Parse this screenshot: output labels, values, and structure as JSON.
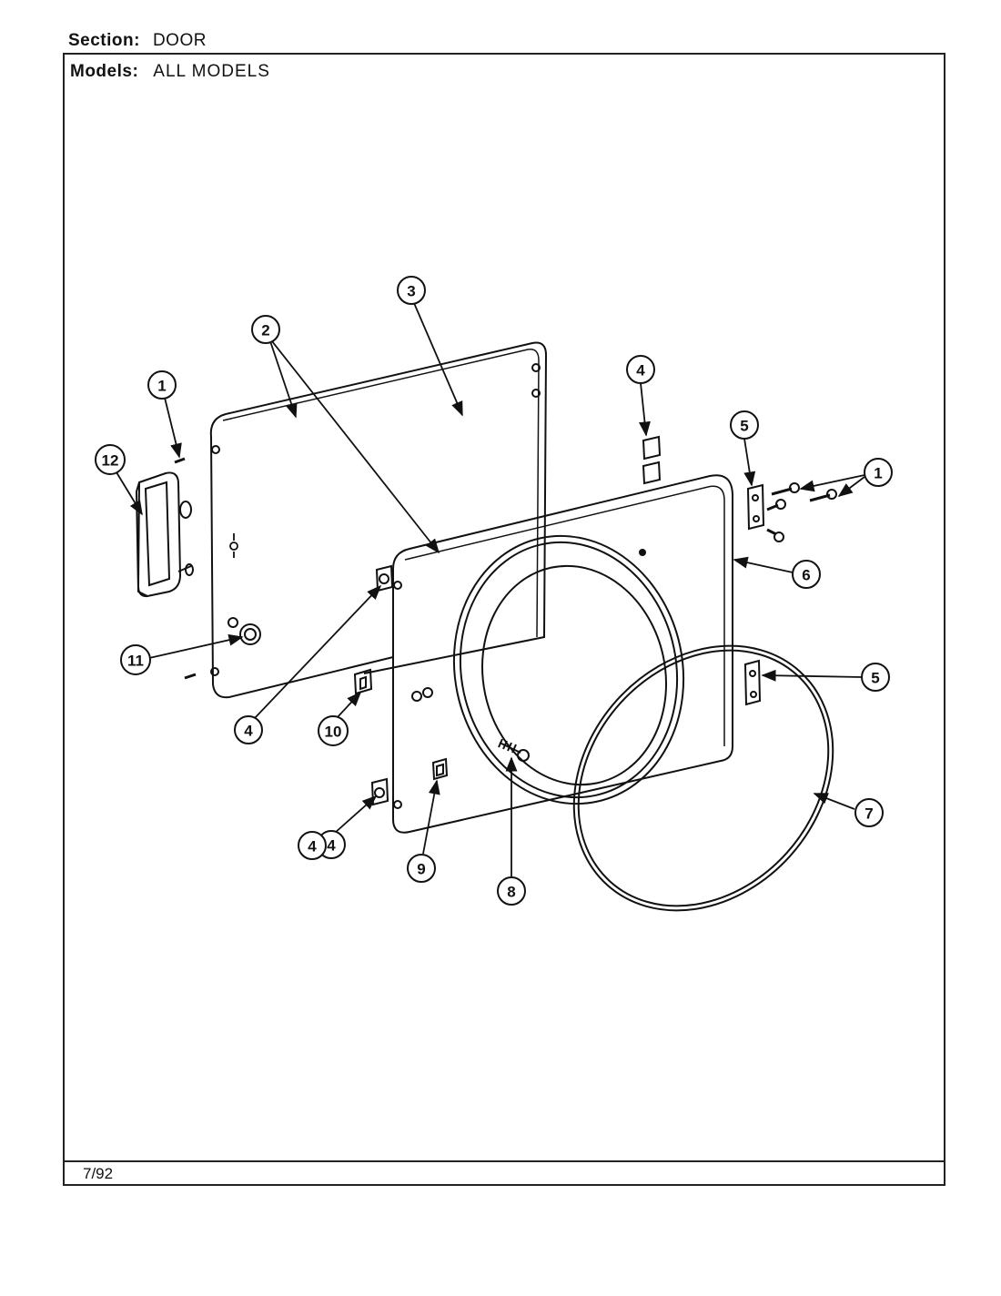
{
  "header": {
    "section_label": "Section:",
    "section_value": "DOOR",
    "models_label": "Models:",
    "models_value": "ALL MODELS"
  },
  "footer": {
    "date": "7/92"
  },
  "callouts": [
    "1",
    "2",
    "3",
    "4",
    "4",
    "5",
    "1",
    "12",
    "6",
    "11",
    "5",
    "4",
    "10",
    "7",
    "4",
    "9",
    "8"
  ]
}
